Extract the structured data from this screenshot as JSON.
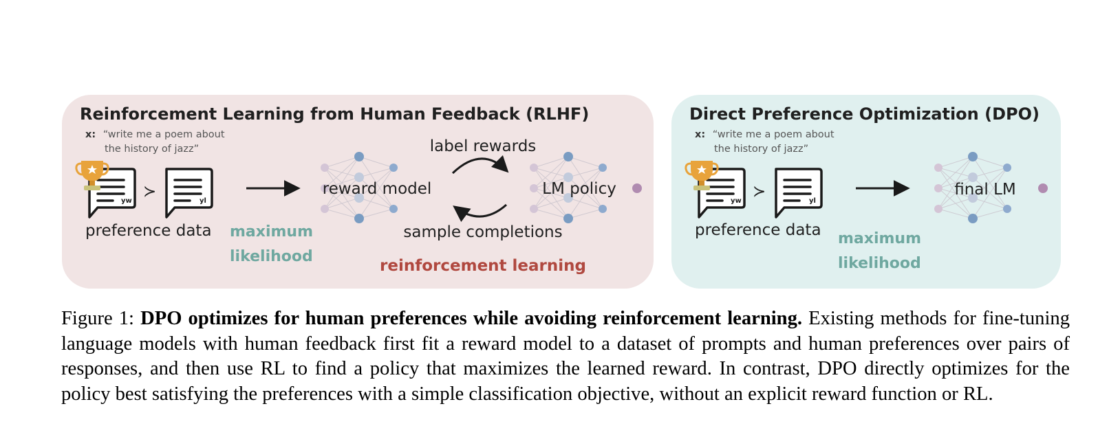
{
  "rlhf": {
    "title": "Reinforcement Learning from Human Feedback (RLHF)",
    "prompt_key": "x:",
    "prompt_line1": "“write me a poem about",
    "prompt_line2": "the history of jazz”",
    "yw": "yw",
    "yl": "yl",
    "preference_label": "preference data",
    "max_likelihood_line1": "maximum",
    "max_likelihood_line2": "likelihood",
    "reward_model_label": "reward model",
    "label_rewards": "label rewards",
    "sample_completions": "sample completions",
    "lm_policy_label": "LM policy",
    "rl_label": "reinforcement learning"
  },
  "dpo": {
    "title": "Direct Preference Optimization (DPO)",
    "prompt_key": "x:",
    "prompt_line1": "“write me a poem about",
    "prompt_line2": "the history of jazz”",
    "yw": "yw",
    "yl": "yl",
    "preference_label": "preference data",
    "max_likelihood_line1": "maximum",
    "max_likelihood_line2": "likelihood",
    "final_lm_label": "final LM"
  },
  "caption": {
    "prefix": "Figure 1: ",
    "bold": "DPO optimizes for human preferences while avoiding reinforcement learning.",
    "body": " Existing methods for fine-tuning language models with human feedback first fit a reward model to a dataset of prompts and human preferences over pairs of responses, and then use RL to find a policy that maximizes the learned reward. In contrast, DPO directly optimizes for the policy best satisfying the preferences with a simple classification objective, without an explicit reward function or RL."
  },
  "colors": {
    "rlhf_bg": "#f1e4e4",
    "dpo_bg": "#e0f0ef",
    "teal": "#6fa8a0",
    "red": "#b0483f",
    "node_blue": "#7a9cc2",
    "node_purple": "#b08bb0"
  }
}
